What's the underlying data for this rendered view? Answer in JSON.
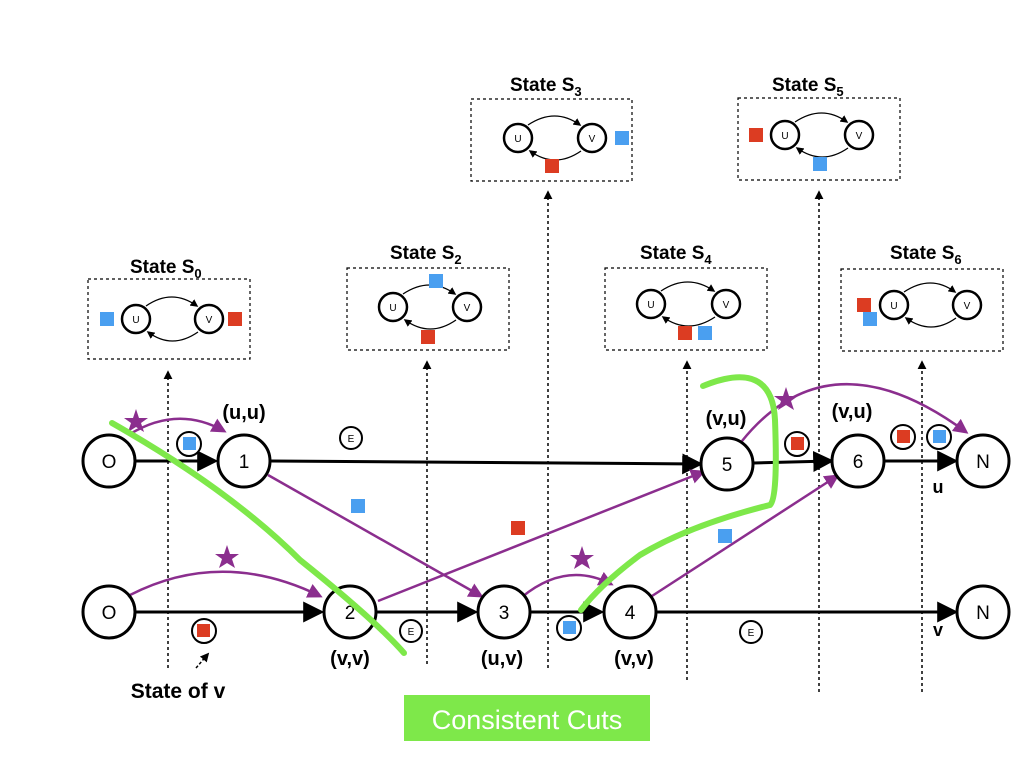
{
  "states": [
    {
      "title": "State S",
      "sub": "0"
    },
    {
      "title": "State S",
      "sub": "2"
    },
    {
      "title": "State S",
      "sub": "3"
    },
    {
      "title": "State S",
      "sub": "4"
    },
    {
      "title": "State S",
      "sub": "5"
    },
    {
      "title": "State S",
      "sub": "6"
    }
  ],
  "mini_nodes": {
    "u": "U",
    "v": "V"
  },
  "timeline_u": {
    "label": "u",
    "start": "O",
    "end": "N",
    "events": [
      {
        "id": "1",
        "pair": "(u,u)"
      },
      {
        "id": "5",
        "pair": "(v,u)"
      },
      {
        "id": "6",
        "pair": "(v,u)"
      }
    ],
    "marker": "E"
  },
  "timeline_v": {
    "label": "v",
    "start": "O",
    "end": "N",
    "events": [
      {
        "id": "2",
        "pair": "(v,v)"
      },
      {
        "id": "3",
        "pair": "(u,v)"
      },
      {
        "id": "4",
        "pair": "(v,v)"
      }
    ],
    "markers": [
      "E",
      "E"
    ]
  },
  "state_of_v_label": "State of v",
  "consistent_cuts_label": "Consistent Cuts",
  "colors": {
    "blue": "#4a9ff0",
    "red": "#dc3c22",
    "purple": "#8b2e8e",
    "green": "#7ee84a",
    "black": "#000000"
  }
}
